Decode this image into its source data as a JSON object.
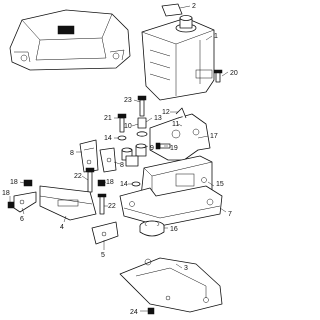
{
  "callouts": {
    "c1": "1",
    "c2": "2",
    "c3": "3",
    "c4": "4",
    "c5": "5",
    "c6": "6",
    "c7": "7",
    "c8a": "8",
    "c8b": "8",
    "c9": "9",
    "c10": "10",
    "c11": "11",
    "c12": "12",
    "c13": "13",
    "c14a": "14",
    "c14b": "14",
    "c15": "15",
    "c16": "16",
    "c17": "17",
    "c18a": "18",
    "c18b": "18",
    "c18c": "18",
    "c19": "19",
    "c20": "20",
    "c21": "21",
    "c22a": "22",
    "c22b": "22",
    "c23": "23",
    "c24": "24"
  },
  "colors": {
    "line": "#111111",
    "background": "#ffffff"
  }
}
